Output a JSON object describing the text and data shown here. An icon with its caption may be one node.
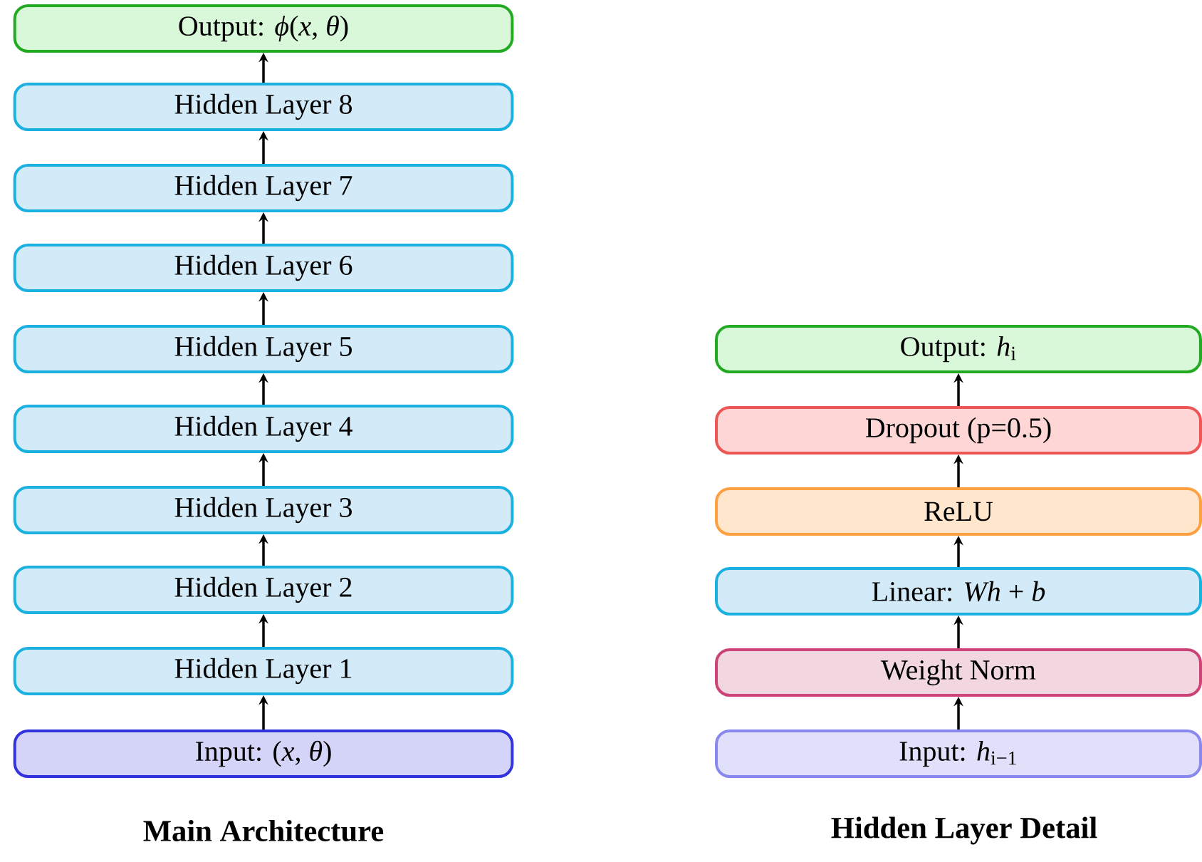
{
  "diagram": {
    "nodes": [
      {
        "text": [
          "Output: *ϕ*(*x*, *θ*)"
        ]
      },
      {
        "text": [
          "Hidden Layer 8"
        ]
      },
      {
        "text": [
          "Hidden Layer 7"
        ]
      },
      {
        "text": [
          "Hidden Layer 6"
        ]
      },
      {
        "text": [
          "Hidden Layer 5"
        ]
      },
      {
        "text": [
          "Hidden Layer 4"
        ]
      },
      {
        "text": [
          "Hidden Layer 3"
        ]
      },
      {
        "text": [
          "Hidden Layer 2"
        ]
      },
      {
        "text": [
          "Hidden Layer 1"
        ]
      },
      {
        "text": [
          "Input: (*x*, *θ*)"
        ]
      },
      {
        "text": [
          "Output: *h*$_{i}$"
        ]
      },
      {
        "text": [
          "Dropout (p=0.5)"
        ]
      },
      {
        "text": [
          "ReLU"
        ]
      },
      {
        "text": [
          "Linear: *Wh* + *b*"
        ]
      },
      {
        "text": [
          "Weight Norm"
        ]
      },
      {
        "text": [
          "Input: *h*$_{i−1}$"
        ]
      }
    ],
    "edges": [
      {
        "from": 9,
        "to": 8,
        "arrow": "to"
      },
      {
        "from": 8,
        "to": 7,
        "arrow": "to"
      },
      {
        "from": 7,
        "to": 6,
        "arrow": "to"
      },
      {
        "from": 6,
        "to": 5,
        "arrow": "to"
      },
      {
        "from": 5,
        "to": 4,
        "arrow": "to"
      },
      {
        "from": 4,
        "to": 3,
        "arrow": "to"
      },
      {
        "from": 3,
        "to": 2,
        "arrow": "to"
      },
      {
        "from": 2,
        "to": 1,
        "arrow": "to"
      },
      {
        "from": 1,
        "to": 0,
        "arrow": "to"
      },
      {
        "from": 15,
        "to": 14,
        "arrow": "to"
      },
      {
        "from": 14,
        "to": 13,
        "arrow": "to"
      },
      {
        "from": 13,
        "to": 12,
        "arrow": "to"
      },
      {
        "from": 12,
        "to": 11,
        "arrow": "to"
      },
      {
        "from": 11,
        "to": 10,
        "arrow": "to"
      }
    ],
    "labels": [
      "Main Architecture",
      "Hidden Layer Detail"
    ]
  }
}
